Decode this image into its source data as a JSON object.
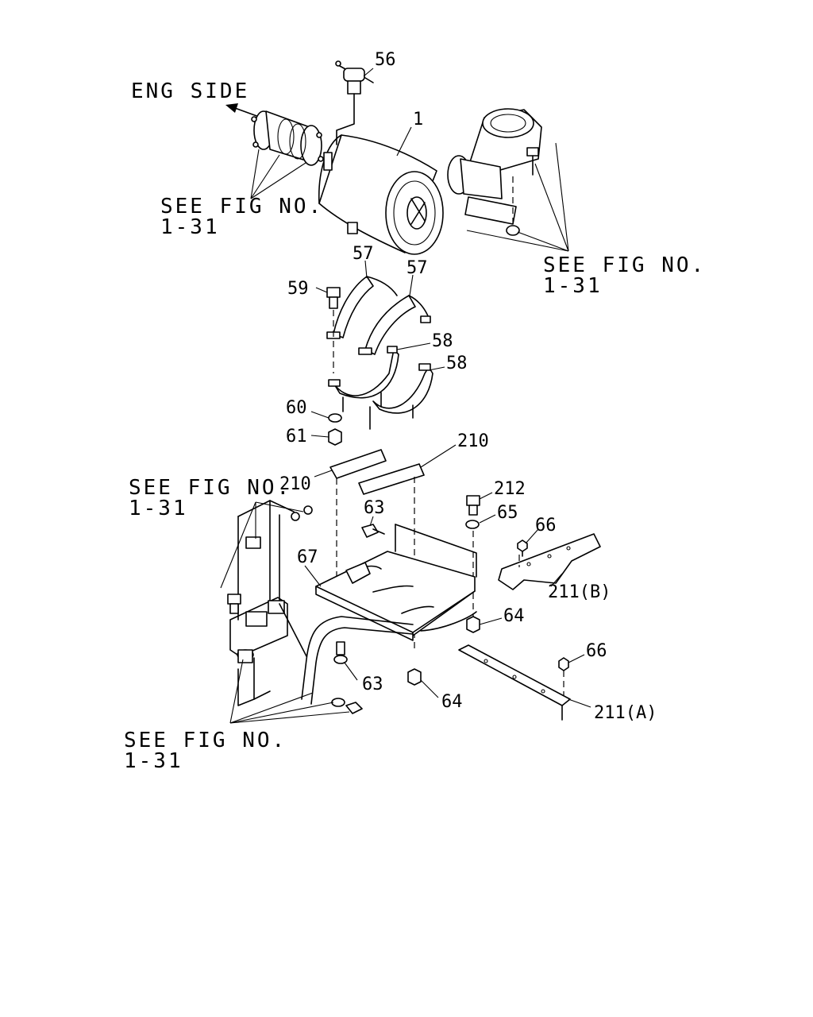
{
  "direction_label": "ENG SIDE",
  "see_fig": [
    {
      "line1": "SEE FIG NO.",
      "line2": "1-31"
    },
    {
      "line1": "SEE FIG NO.",
      "line2": "1-31"
    },
    {
      "line1": "SEE FIG NO.",
      "line2": "1-31"
    },
    {
      "line1": "SEE FIG NO.",
      "line2": "1-31"
    }
  ],
  "callouts": {
    "c1": "1",
    "c56": "56",
    "c57a": "57",
    "c57b": "57",
    "c58a": "58",
    "c58b": "58",
    "c59": "59",
    "c60": "60",
    "c61": "61",
    "c210a": "210",
    "c210b": "210",
    "c212": "212",
    "c65": "65",
    "c63a": "63",
    "c63b": "63",
    "c66a": "66",
    "c66b": "66",
    "c67": "67",
    "c211b": "211(B)",
    "c211a": "211(A)",
    "c64a": "64",
    "c64b": "64"
  }
}
